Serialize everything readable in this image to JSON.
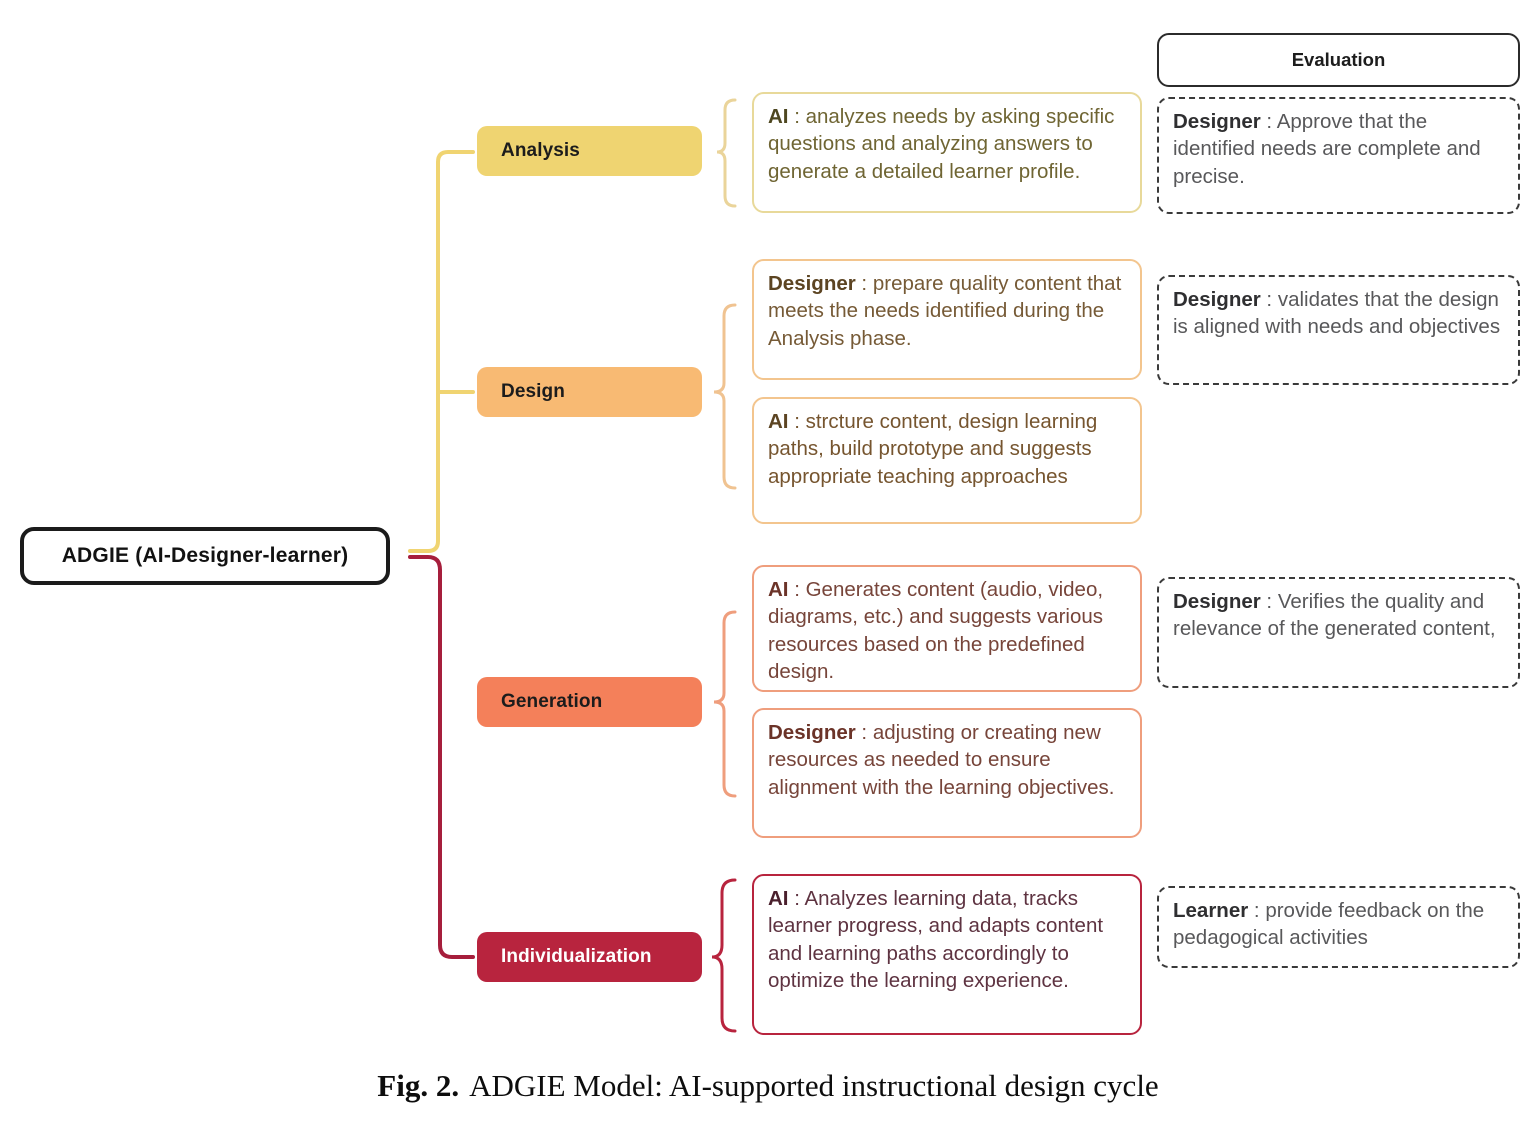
{
  "root": {
    "label": "ADGIE (AI-Designer-learner)"
  },
  "evaluation_column": {
    "header": "Evaluation"
  },
  "colors": {
    "analysis": "#efd471",
    "design": "#f8ba73",
    "generation": "#f4805a",
    "individualization": "#b8243e",
    "root_border": "#1b1b1b",
    "eval_border": "#3a3a3a"
  },
  "phases": [
    {
      "name": "Analysis",
      "details": [
        {
          "role": "AI",
          "separator": " :",
          "text": " analyzes needs by asking specific questions and analyzing answers to generate a detailed learner profile."
        }
      ],
      "evaluation": {
        "role": "Designer",
        "separator": " :",
        "text": " Approve that the identified needs are complete and precise."
      }
    },
    {
      "name": "Design",
      "details": [
        {
          "role": "Designer",
          "separator": " :",
          "text": " prepare quality content that meets the needs identified during the Analysis phase."
        },
        {
          "role": "AI",
          "separator": " :",
          "text": " strcture content, design learning paths, build prototype and suggests appropriate teaching approaches"
        }
      ],
      "evaluation": {
        "role": "Designer",
        "separator": " :",
        "text": " validates that the design is aligned with needs and objectives"
      }
    },
    {
      "name": "Generation",
      "details": [
        {
          "role": "AI",
          "separator": " :",
          "text": " Generates content (audio, video, diagrams, etc.) and suggests various resources based on the predefined design."
        },
        {
          "role": "Designer",
          "separator": " :",
          "text": " adjusting or creating new resources as needed to ensure alignment with the learning objectives."
        }
      ],
      "evaluation": {
        "role": "Designer",
        "separator": " :",
        "text": " Verifies the quality and relevance of the generated content,"
      }
    },
    {
      "name": "Individualization",
      "details": [
        {
          "role": "AI",
          "separator": " :",
          "text": " Analyzes learning data, tracks learner progress, and adapts content and learning paths accordingly to optimize the learning experience."
        }
      ],
      "evaluation": {
        "role": "Learner",
        "separator": " :",
        "text": " provide feedback on the pedagogical activities"
      }
    }
  ],
  "caption": {
    "label": "Fig. 2.",
    "text": "ADGIE Model: AI-supported instructional design cycle"
  }
}
